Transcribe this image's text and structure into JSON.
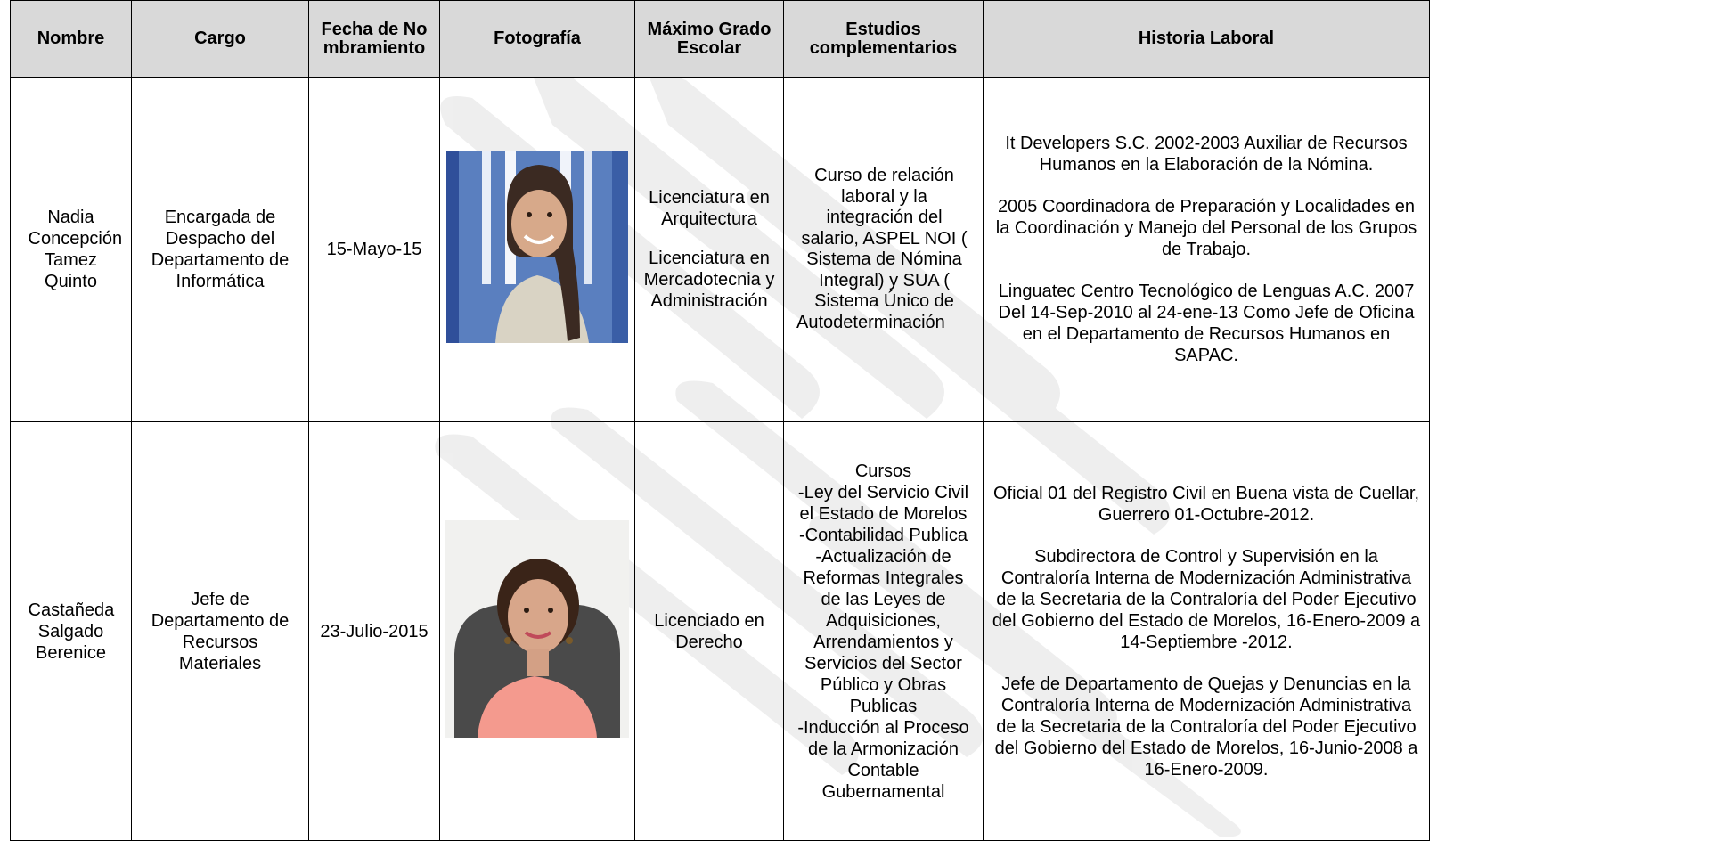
{
  "headers": {
    "nombre": "Nombre",
    "cargo": "Cargo",
    "fecha": "Fecha de Nombramiento",
    "fotografia": "Fotografía",
    "grado": "Máximo Grado Escolar",
    "estudios": "Estudios complementarios",
    "historia": "Historia Laboral"
  },
  "rows": [
    {
      "nombre": "Nadia Concepción Tamez Quinto",
      "cargo": "Encargada de Despacho del Departamento de Informática",
      "fecha": "15-Mayo-15",
      "grado": [
        "Licenciatura en Arquitectura",
        "Licenciatura en Mercadotecnia y Administración"
      ],
      "estudios": "Curso de relación laboral y la integración del salario, ASPEL NOI ( Sistema de Nómina Integral) y SUA ( Sistema Único de Autodeterminación",
      "historia": [
        "It Developers S.C.  2002-2003 Auxiliar de Recursos Humanos en la Elaboración de la Nómina.",
        "2005 Coordinadora  de Preparación y Localidades en la Coordinación y Manejo del Personal de los  Grupos de Trabajo.",
        "Linguatec  Centro Tecnológico de Lenguas A.C. 2007 Del 14-Sep-2010 al 24-ene-13 Como Jefe de Oficina en el Departamento de Recursos Humanos en SAPAC."
      ]
    },
    {
      "nombre": "Castañeda Salgado Berenice",
      "cargo": "Jefe de Departamento de Recursos Materiales",
      "fecha": "23-Julio-2015",
      "grado": [
        "Licenciado en Derecho"
      ],
      "estudios": [
        "Cursos",
        "-Ley del Servicio Civil",
        "el Estado de Morelos",
        "-Contabilidad Publica",
        "-Actualización de",
        "Reformas Integrales",
        "de las Leyes de",
        "Adquisiciones,",
        "Arrendamientos y",
        "Servicios del Sector",
        "Público y Obras",
        "Publicas",
        "-Inducción al Proceso",
        "de la Armonización",
        "Contable",
        "Gubernamental"
      ],
      "historia": [
        "Oficial 01 del Registro Civil en Buena vista de Cuellar, Guerrero 01-Octubre-2012.",
        "Subdirectora de Control y Supervisión en la Contraloría Interna de Modernización Administrativa de la Secretaria de la Contraloría del Poder Ejecutivo del Gobierno  del Estado de Morelos, 16-Enero-2009 a 14-Septiembre -2012.",
        "Jefe de Departamento de Quejas y Denuncias en la Contraloría Interna de Modernización Administrativa de la Secretaria de la Contraloría del Poder Ejecutivo del Gobierno  del Estado de Morelos, 16-Junio-2008 a 16-Enero-2009."
      ]
    }
  ],
  "colors": {
    "header_bg": "#d9d9d9",
    "border": "#000000",
    "watermark": "#ececec"
  },
  "icons": {
    "watermark": "diagonal-stripes-logo-watermark",
    "photo1": "woman-portrait-blue-background",
    "photo2": "woman-portrait-pink-blouse"
  }
}
